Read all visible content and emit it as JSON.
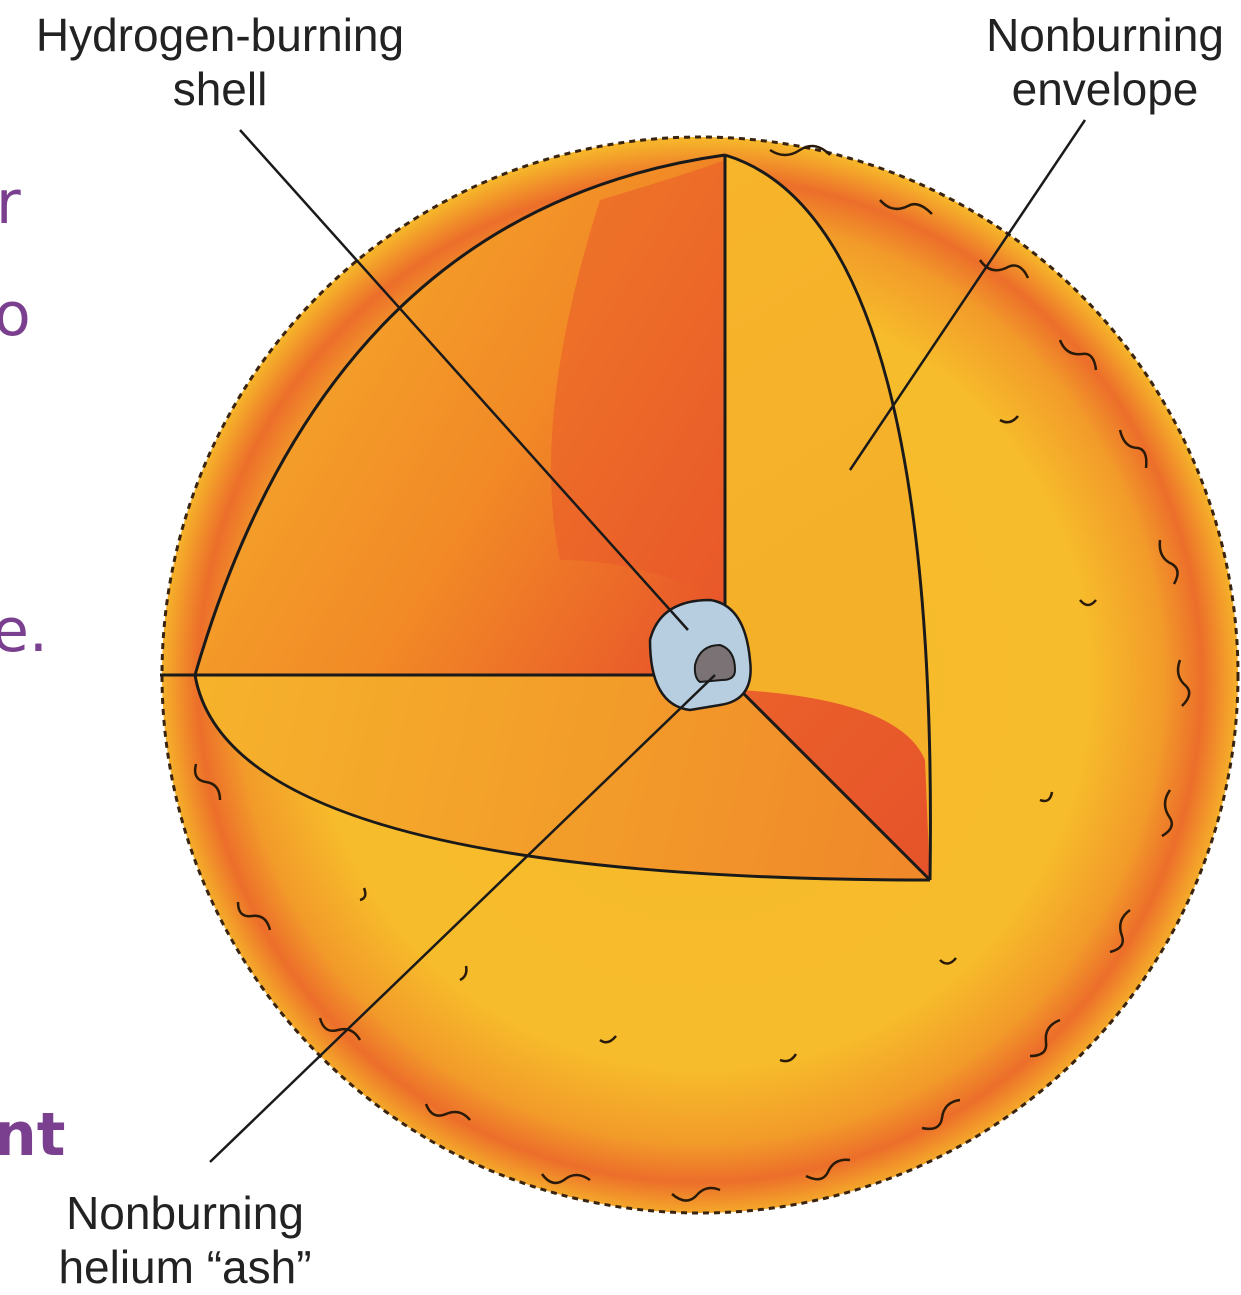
{
  "labels": {
    "hydrogen_shell": [
      "Hydrogen-burning",
      "shell"
    ],
    "envelope": [
      "Nonburning",
      "envelope"
    ],
    "helium_ash": [
      "Nonburning",
      "helium “ash”"
    ]
  },
  "cut_off_text": {
    "line1": "r",
    "line2": "o",
    "line3": "e.",
    "line4": "nt"
  },
  "colors": {
    "outer_yellow": "#f6b92a",
    "mid_orange": "#f28e25",
    "deep_red": "#e8542a",
    "core_blue": "#b7cde0",
    "core_gray": "#7a7274",
    "outline": "#1a1a1a",
    "side_text": "#7a3f8e"
  }
}
